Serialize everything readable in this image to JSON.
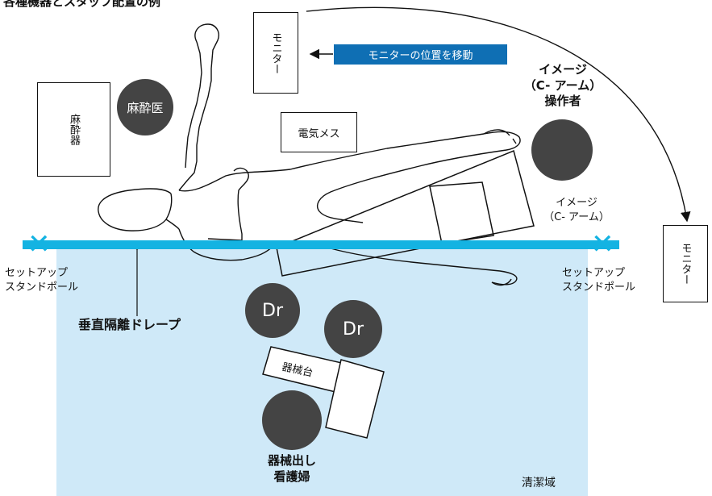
{
  "title": "各種機器とスタッフ配置の例",
  "labels": {
    "monitor_top": "モニター",
    "monitor_move": "モニターの位置を移動",
    "monitor_right": "モニター",
    "anesthesia_machine": "麻酔器",
    "anesthesiologist": "麻酔医",
    "electrosurgical_knife": "電気メス",
    "c_arm_operator": "イメージ\n（C- アーム）\n操作者",
    "c_arm": "イメージ\n（C- アーム）",
    "setup_pole_left": "セットアップ\nスタンドポール",
    "setup_pole_right": "セットアップ\nスタンドポール",
    "vertical_drape": "垂直隔離ドレープ",
    "doctor_1": "Dr",
    "doctor_2": "Dr",
    "instrument_table": "器械台",
    "scrub_nurse": "器械出し\n看護婦",
    "clean_area": "清潔域"
  },
  "colors": {
    "drape_bar": "#14b3e2",
    "clean_zone": "#cfe9f8",
    "staff_circle": "#444444",
    "move_label_bg": "#0f6fb4"
  }
}
